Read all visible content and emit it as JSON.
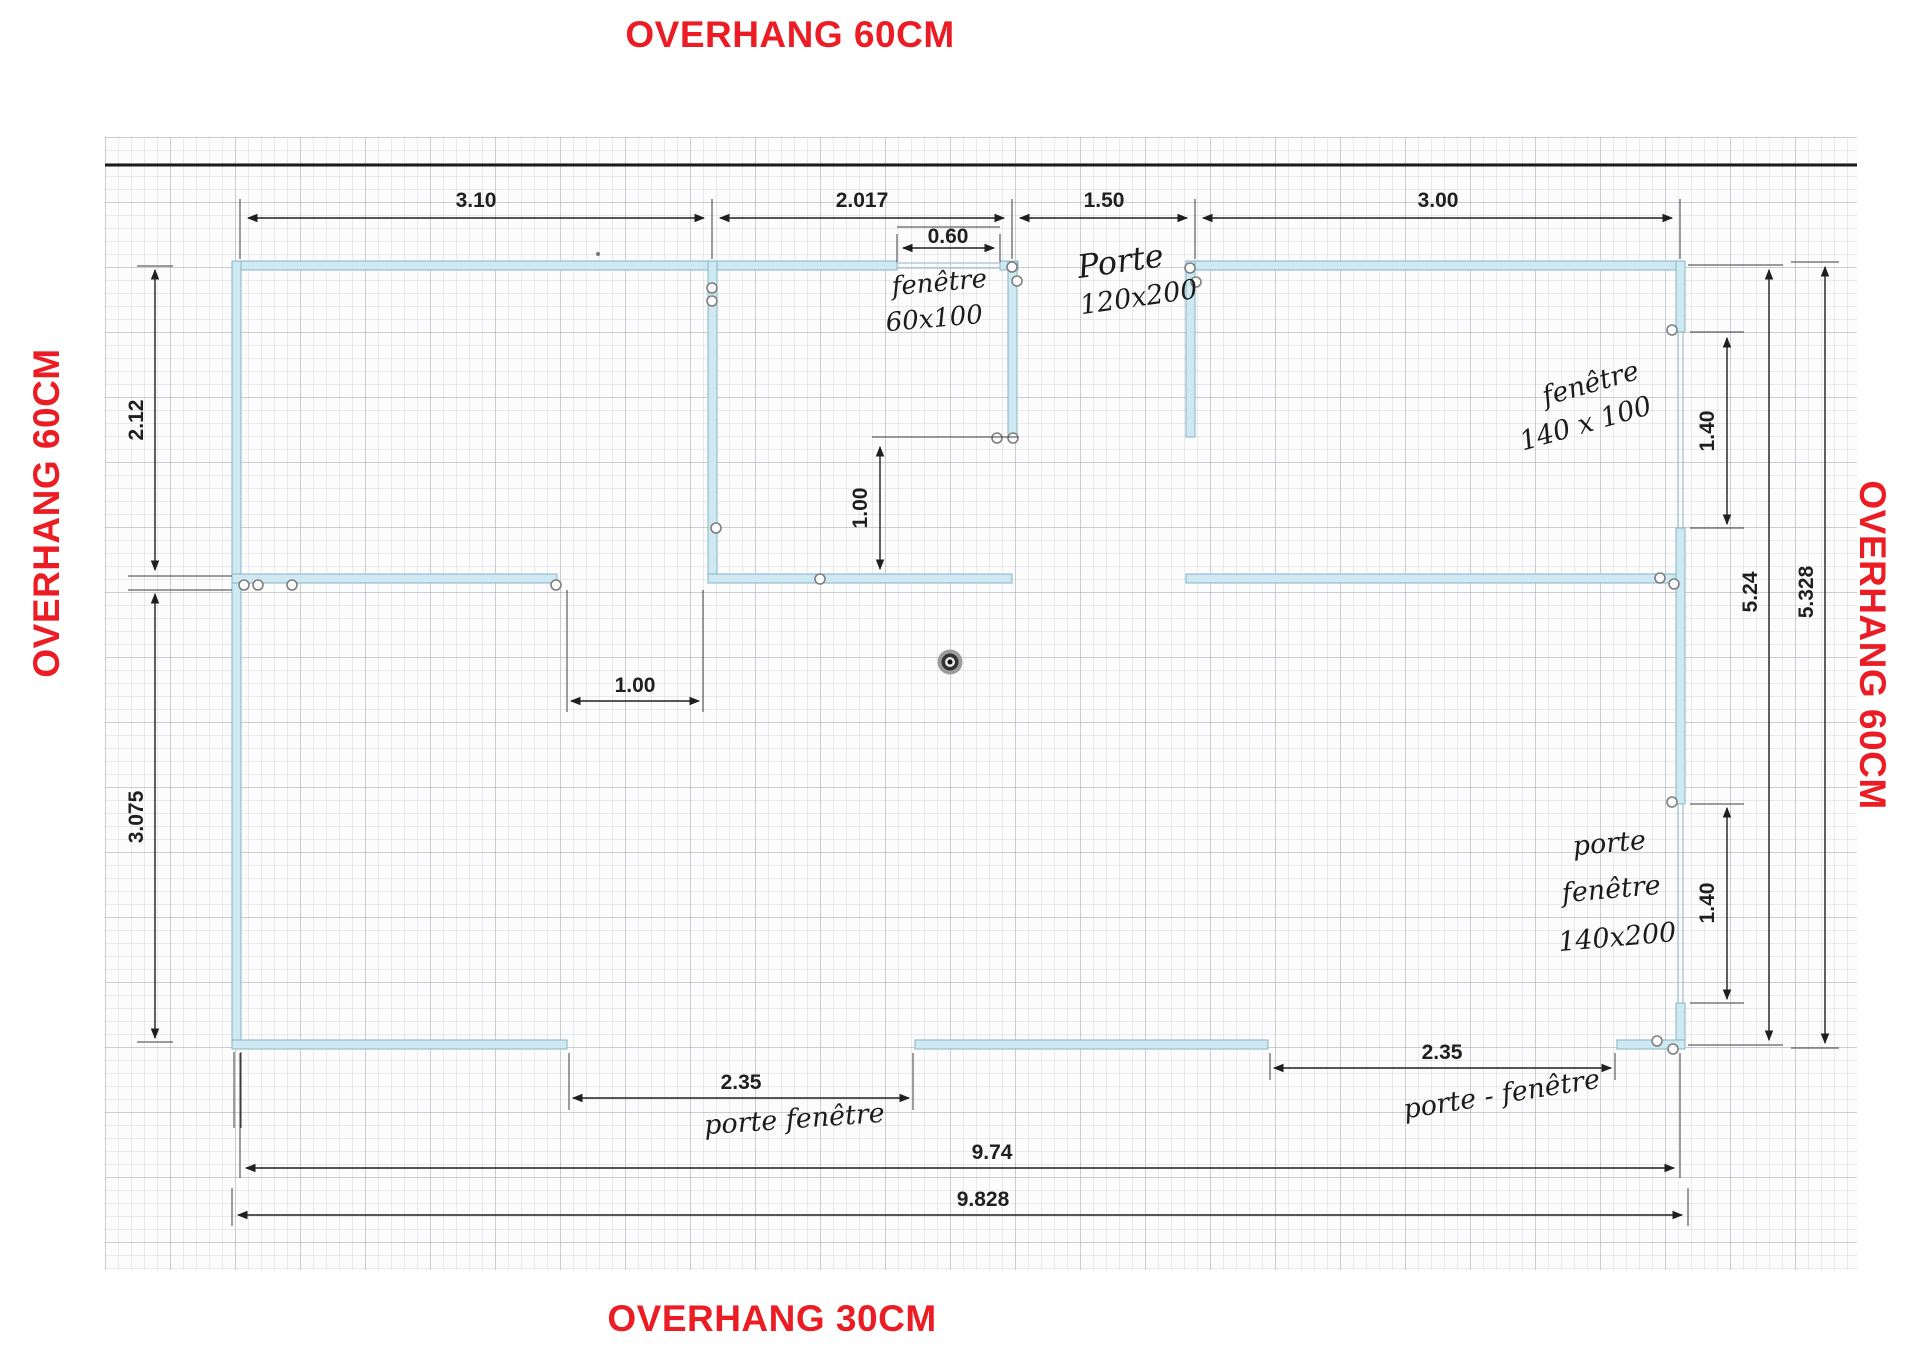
{
  "overhang": {
    "top": "OVERHANG 60CM",
    "left": "OVERHANG 60CM",
    "right": "OVERHANG 60CM",
    "bottom": "OVERHANG 30CM"
  },
  "dims": {
    "top_1": "3.10",
    "top_2": "2.017",
    "top_3": "1.50",
    "top_4": "3.00",
    "window_width": "0.60",
    "left_upper": "2.12",
    "left_lower": "3.075",
    "vestibule_depth": "1.00",
    "hall_opening": "1.00",
    "right_window": "1.40",
    "right_door": "1.40",
    "right_inner": "5.24",
    "right_outer": "5.328",
    "bottom_left_opening": "2.35",
    "bottom_right_opening": "2.35",
    "bottom_inner": "9.74",
    "bottom_outer": "9.828"
  },
  "annotations": {
    "window_top_1": "fenêtre",
    "window_top_2": "60x100",
    "door_top_1": "Porte",
    "door_top_2": "120x200",
    "window_right_1": "fenêtre",
    "window_right_2": "140 x 100",
    "door_window_right_1": "porte",
    "door_window_right_2": "fenêtre",
    "door_window_right_3": "140x200",
    "door_window_bottom_left": "porte fenêtre",
    "door_window_bottom_right": "porte - fenêtre"
  },
  "colors": {
    "overhang_red": "#ec1c24",
    "wall_fill": "#cfe9f3",
    "wall_stroke": "#85b4c6",
    "dim_color": "#1f1f1f",
    "hand_color": "#1b1b1b"
  }
}
